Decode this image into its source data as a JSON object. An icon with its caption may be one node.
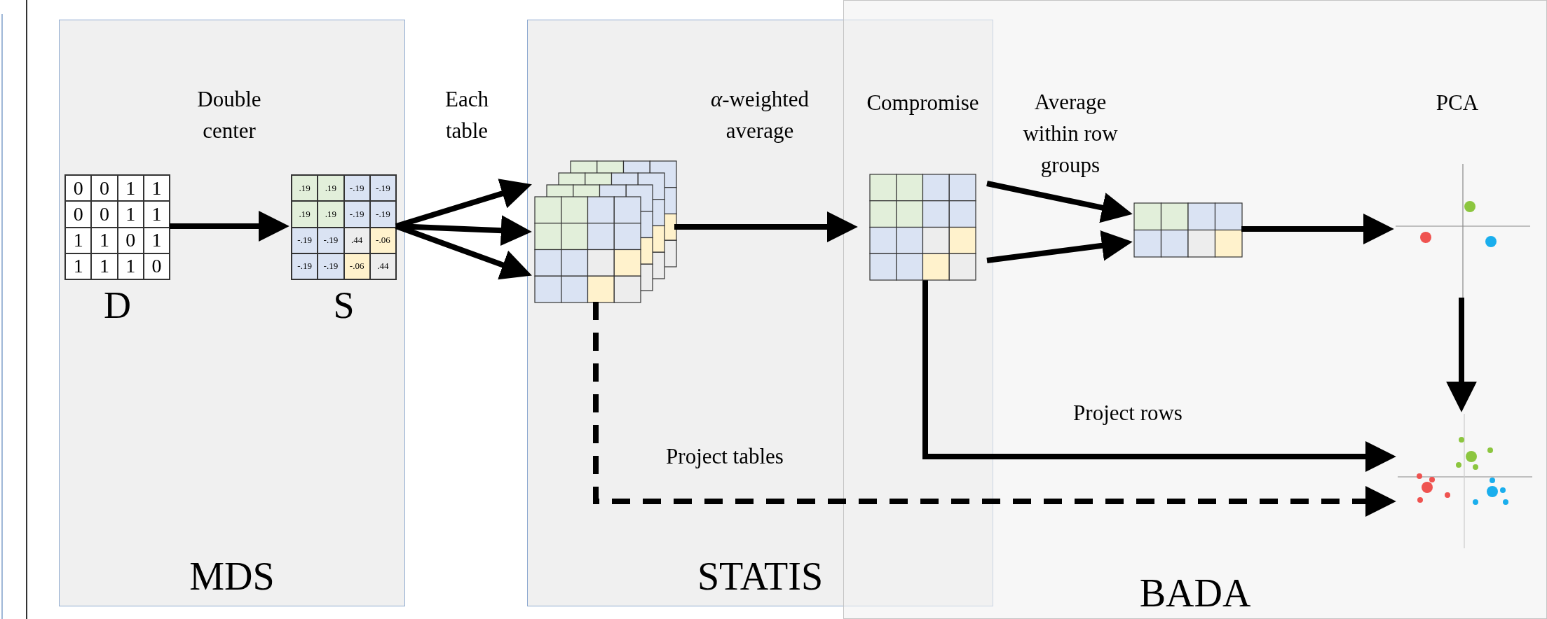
{
  "diagram": {
    "nodes": [
      {
        "text": [
          "MDS"
        ]
      },
      {
        "text": [
          "STATIS"
        ]
      },
      {
        "text": [
          "BADA"
        ]
      },
      {
        "text": [
          "D"
        ],
        "in": 0
      },
      {
        "text": [
          "S"
        ],
        "in": 0
      },
      {
        "text": [],
        "shape": "box",
        "in": 1
      },
      {
        "text": [
          "Compromise"
        ]
      },
      {
        "text": [],
        "shape": "box",
        "in": 2
      },
      {
        "text": [],
        "shape": "picture",
        "in": 2
      },
      {
        "text": [],
        "shape": "picture",
        "in": 2
      }
    ],
    "edges": [
      {
        "from": 3,
        "to": 4,
        "arrow": "to",
        "label": "Double center"
      },
      {
        "from": 4,
        "to": 5,
        "arrow": "to",
        "label": "Each table"
      },
      {
        "from": 4,
        "to": 5,
        "arrow": "to"
      },
      {
        "from": 4,
        "to": 5,
        "arrow": "to"
      },
      {
        "from": 5,
        "to": 6,
        "arrow": "to",
        "label": "*α*-weighted average"
      },
      {
        "from": 6,
        "to": 7,
        "arrow": "to",
        "label": "Average within row groups"
      },
      {
        "from": 6,
        "to": 7,
        "arrow": "to"
      },
      {
        "from": 7,
        "to": 8,
        "arrow": "to"
      },
      {
        "from": 8,
        "to": 9,
        "arrow": "to"
      },
      {
        "from": 6,
        "to": 9,
        "arrow": "to",
        "label": "Project rows"
      },
      {
        "from": 5,
        "to": 9,
        "arrow": "to",
        "label": "Project tables",
        "style": "dashed"
      }
    ],
    "labels": [
      "0",
      "0",
      "1",
      "1",
      "0",
      "0",
      "1",
      "1",
      "1",
      "1",
      "0",
      "1",
      "1",
      "1",
      "1",
      "0",
      ".19",
      ".19",
      "-.19",
      "-.19",
      ".19",
      ".19",
      "-.19",
      "-.19",
      "-.19",
      "-.19",
      ".44",
      "-.06",
      "-.19",
      "-.19",
      "-.06",
      ".44",
      "PCA"
    ]
  }
}
